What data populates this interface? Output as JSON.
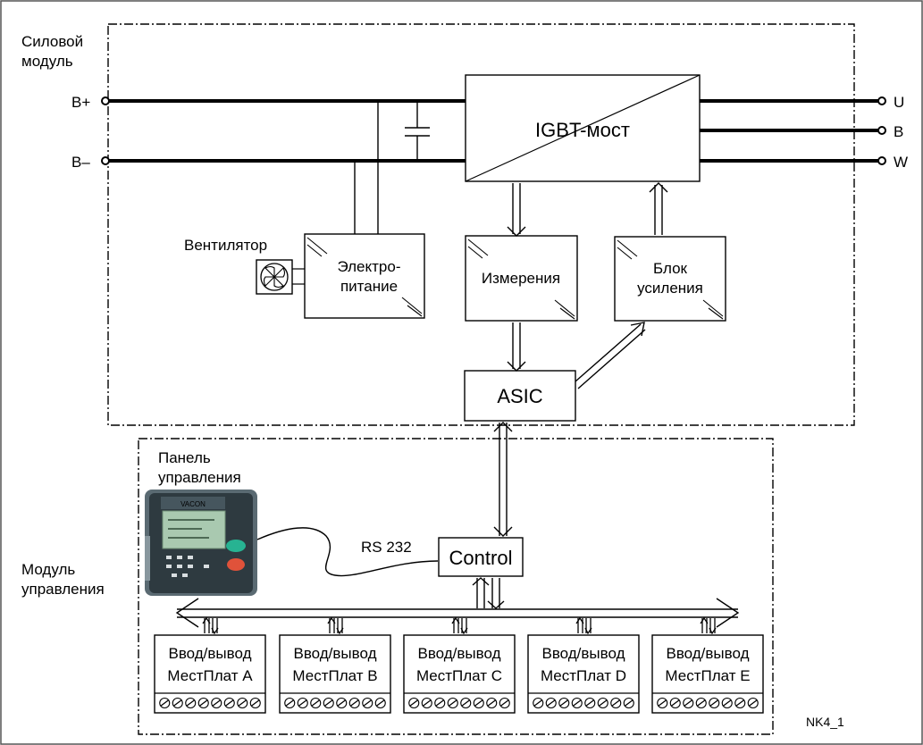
{
  "power_module": {
    "label_line1": "Силовой",
    "label_line2": "модуль",
    "terminals": {
      "b_plus": "B+",
      "b_minus": "B–",
      "out_u": "U",
      "out_v": "B",
      "out_w": "W"
    },
    "igbt_label": "IGBT-мост",
    "power_supply_line1": "Электро-",
    "power_supply_line2": "питание",
    "fan_label": "Вентилятор",
    "measurement_label": "Измерения",
    "amp_line1": "Блок",
    "amp_line2": "усиления",
    "asic_label": "ASIC"
  },
  "control_module": {
    "label_line1": "Модуль",
    "label_line2": "управления",
    "panel_line1": "Панель",
    "panel_line2": "управления",
    "panel_brand": "VACON",
    "rs232_label": "RS 232",
    "control_label": "Control",
    "io_boards": [
      {
        "line1": "Ввод/вывод",
        "line2": "МестПлат A"
      },
      {
        "line1": "Ввод/вывод",
        "line2": "МестПлат B"
      },
      {
        "line1": "Ввод/вывод",
        "line2": "МестПлат C"
      },
      {
        "line1": "Ввод/вывод",
        "line2": "МестПлат D"
      },
      {
        "line1": "Ввод/вывод",
        "line2": "МестПлат E"
      }
    ]
  },
  "figure_id": "NK4_1"
}
